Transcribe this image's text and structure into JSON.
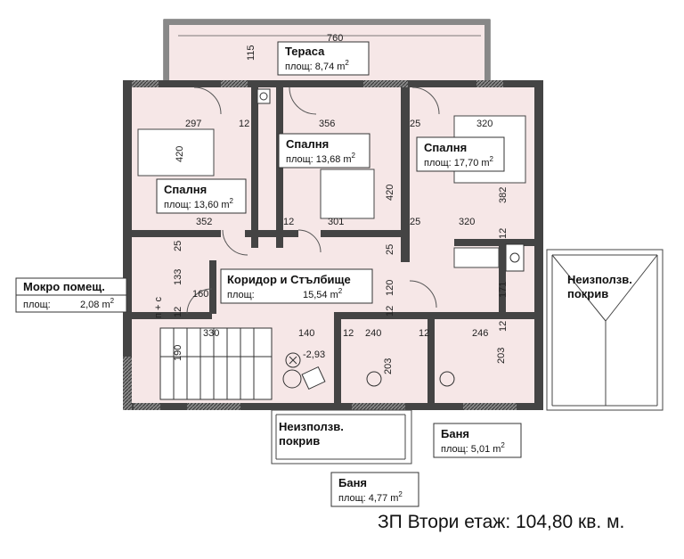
{
  "rooms": {
    "terrace": {
      "name": "Тераса",
      "area": "площ: 8,74 m",
      "sup": "2"
    },
    "bedroom_left": {
      "name": "Спалня",
      "area": "площ: 13,60 m",
      "sup": "2"
    },
    "bedroom_mid": {
      "name": "Спалня",
      "area": "площ: 13,68 m",
      "sup": "2"
    },
    "bedroom_right": {
      "name": "Спалня",
      "area": "площ: 17,70 m",
      "sup": "2"
    },
    "corridor": {
      "name": "Коридор и Стълбище",
      "area_label": "площ:",
      "area_value": "15,54 m",
      "sup": "2"
    },
    "wet_room": {
      "name": "Мокро помещ.",
      "area_label": "площ:",
      "area_value": "2,08 m",
      "sup": "2"
    },
    "unused_roof_right": {
      "line1": "Неизползв.",
      "line2": "покрив"
    },
    "unused_roof_bottom": {
      "line1": "Неизползв.",
      "line2": "покрив"
    },
    "bath_right": {
      "name": "Баня",
      "area": "площ: 5,01 m",
      "sup": "2"
    },
    "bath_bottom": {
      "name": "Баня",
      "area": "площ: 4,77 m",
      "sup": "2"
    }
  },
  "dimensions": {
    "d760": "760",
    "d115": "115",
    "d297": "297",
    "d12a": "12",
    "d356": "356",
    "d25a": "25",
    "d320a": "320",
    "d420a": "420",
    "d420b": "420",
    "d382": "382",
    "d352": "352",
    "d12b": "12",
    "d301": "301",
    "d25b": "25",
    "d320b": "320",
    "d25c": "25",
    "d12c": "12",
    "d25d": "25",
    "d133": "133",
    "d160": "160",
    "d12d": "12",
    "d120": "120",
    "d171": "171",
    "d12e": "12",
    "d330": "330",
    "d140": "140",
    "d12f": "12",
    "d240": "240",
    "d12g": "12",
    "d246": "246",
    "d12h": "12",
    "d190": "190",
    "d203a": "203",
    "d203b": "203",
    "level": "-2,93",
    "pc": "п + с"
  },
  "caption": "ЗП Втори етаж: 104,80 кв. м.",
  "colors": {
    "floor": "#f6e7e7",
    "wall": "#444444"
  }
}
